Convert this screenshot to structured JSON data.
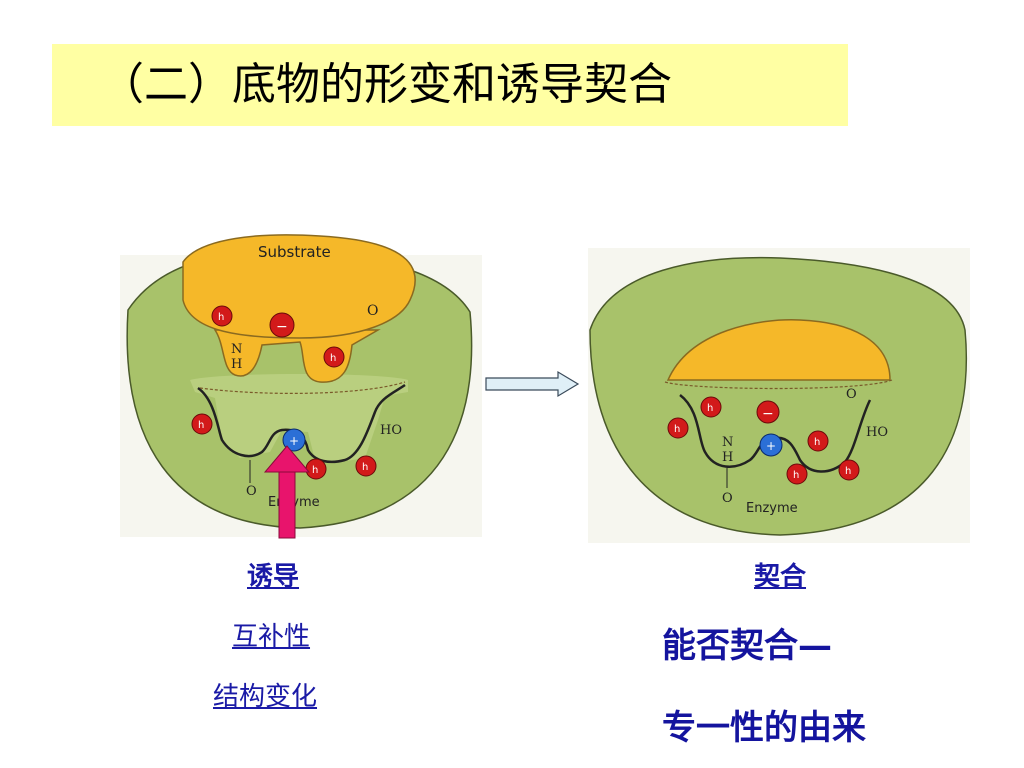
{
  "slide": {
    "title": "（二）底物的形变和诱导契合",
    "left_caption": {
      "line1": "诱导",
      "line2": "互补性",
      "line3": "结构变化"
    },
    "right_caption": {
      "heading": "契合",
      "line1": "能否契合—",
      "line2": "专一性的由来"
    }
  },
  "diagram": {
    "left_panel": {
      "substrate_label": "Substrate",
      "enzyme_label": "Enzyme",
      "o_top": "O",
      "nh_n": "N",
      "nh_h": "H",
      "ho_label": "HO",
      "o_bottom": "O",
      "minus": "−",
      "plus": "+",
      "h": "h"
    },
    "right_panel": {
      "enzyme_label": "Enzyme",
      "o_top": "O",
      "nh_n": "N",
      "nh_h": "H",
      "ho_label": "HO",
      "o_bottom": "O",
      "minus": "−",
      "plus": "+",
      "h": "h"
    }
  },
  "colors": {
    "title_bg": "#ffffa3",
    "enzyme_green": "#a8c26a",
    "substrate_orange": "#f5b829",
    "induce_arrow": "#e8146c",
    "link_blue": "#1a1aa6"
  }
}
